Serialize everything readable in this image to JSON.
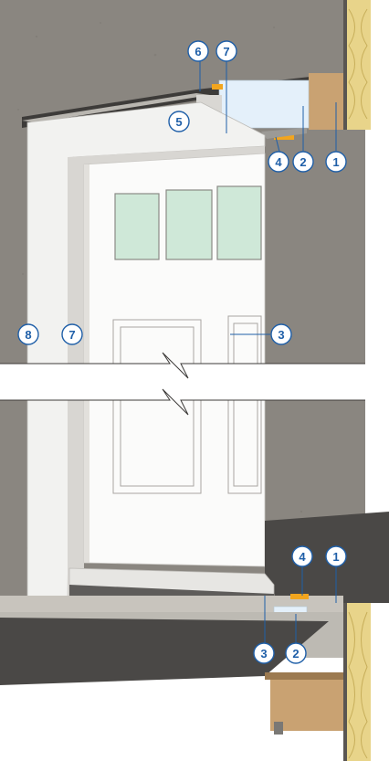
{
  "callouts": [
    {
      "id": "c6-top",
      "label": "6"
    },
    {
      "id": "c7-top",
      "label": "7"
    },
    {
      "id": "c5",
      "label": "5"
    },
    {
      "id": "c4-top",
      "label": "4"
    },
    {
      "id": "c2-top",
      "label": "2"
    },
    {
      "id": "c1-top",
      "label": "1"
    },
    {
      "id": "c8",
      "label": "8"
    },
    {
      "id": "c7-left",
      "label": "7"
    },
    {
      "id": "c3-mid",
      "label": "3"
    },
    {
      "id": "c4-bot",
      "label": "4"
    },
    {
      "id": "c1-bot",
      "label": "1"
    },
    {
      "id": "c3-bot",
      "label": "3"
    },
    {
      "id": "c2-bot",
      "label": "2"
    }
  ],
  "colors": {
    "callout_stroke": "#1f5fa8",
    "callout_fill": "#ffffff",
    "wall": "#8a8680",
    "floor": "#4a4846",
    "wood": "#c9a272",
    "insulation": "#e8d48a",
    "glass": "#cfe8d8",
    "foam": "#e4f0fa",
    "tape": "#f2a51e"
  }
}
